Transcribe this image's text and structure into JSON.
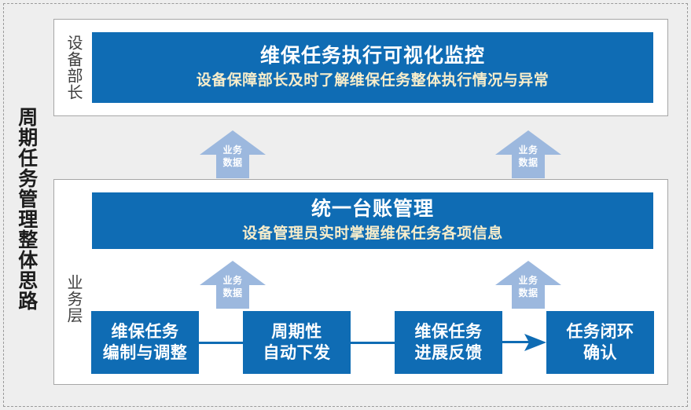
{
  "diagram": {
    "spine_label": "周期任务管理整体思路",
    "accent_blue": "#0F6CB4",
    "arrow_blue": "#9CB8DE",
    "subtitle_cream": "#F7EDCB",
    "panel_border": "#a6a6a6",
    "background": "#eeeeee"
  },
  "top_panel": {
    "role_label": "设备部长",
    "banner": {
      "title": "维保任务执行可视化监控",
      "subtitle": "设备保障部长及时了解维保任务整体执行情况与异常"
    }
  },
  "bottom_panel": {
    "role_label": "业务层",
    "banner": {
      "title": "统一台账管理",
      "subtitle": "设备管理员实时掌握维保任务各项信息"
    },
    "process_boxes": [
      {
        "line1": "维保任务",
        "line2": "编制与调整"
      },
      {
        "line1": "周期性",
        "line2": "自动下发"
      },
      {
        "line1": "维保任务",
        "line2": "进展反馈"
      },
      {
        "line1": "任务闭环",
        "line2": "确认"
      }
    ]
  },
  "flow_arrows": [
    {
      "id": "arrow-a1",
      "line1": "业务",
      "line2": "数据"
    },
    {
      "id": "arrow-a2",
      "line1": "业务",
      "line2": "数据"
    },
    {
      "id": "arrow-b1",
      "line1": "业务",
      "line2": "数据"
    },
    {
      "id": "arrow-b2",
      "line1": "业务",
      "line2": "数据"
    }
  ]
}
